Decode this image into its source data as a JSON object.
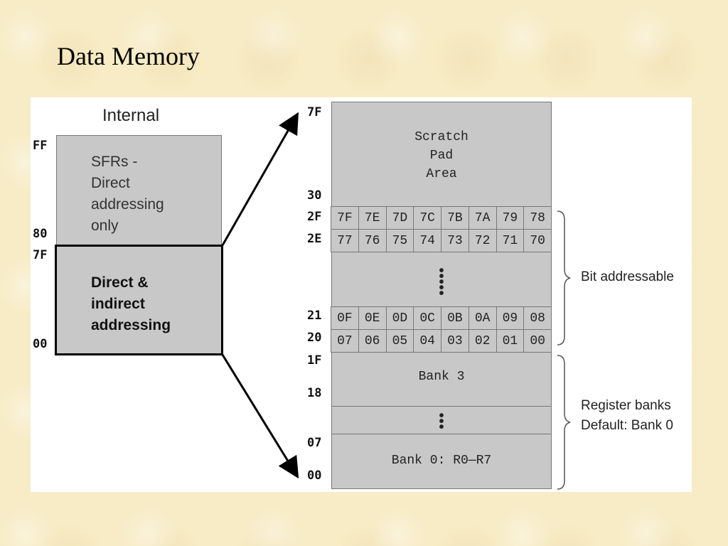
{
  "slide": {
    "title": "Data Memory"
  },
  "left": {
    "title": "Internal",
    "addr_ff": "FF",
    "addr_80": "80",
    "addr_7f": "7F",
    "addr_00": "00",
    "upper_box": [
      "SFRs -",
      "Direct",
      "addressing",
      "only"
    ],
    "lower_box": [
      "Direct &",
      "indirect",
      "addressing"
    ]
  },
  "right": {
    "addresses": {
      "a7f": "7F",
      "a30": "30",
      "a2f": "2F",
      "a2e": "2E",
      "a21": "21",
      "a20": "20",
      "a1f": "1F",
      "a18": "18",
      "a07": "07",
      "a00": "00"
    },
    "scratch": [
      "Scratch",
      "Pad",
      "Area"
    ],
    "bit_rows": [
      [
        "7F",
        "7E",
        "7D",
        "7C",
        "7B",
        "7A",
        "79",
        "78"
      ],
      [
        "77",
        "76",
        "75",
        "74",
        "73",
        "72",
        "71",
        "70"
      ],
      [
        "0F",
        "0E",
        "0D",
        "0C",
        "0B",
        "0A",
        "09",
        "08"
      ],
      [
        "07",
        "06",
        "05",
        "04",
        "03",
        "02",
        "01",
        "00"
      ]
    ],
    "bank3": "Bank 3",
    "bank0": "Bank 0: R0—R7",
    "bit_label": "Bit addressable",
    "reg_label": [
      "Register banks",
      "Default: Bank 0"
    ]
  }
}
